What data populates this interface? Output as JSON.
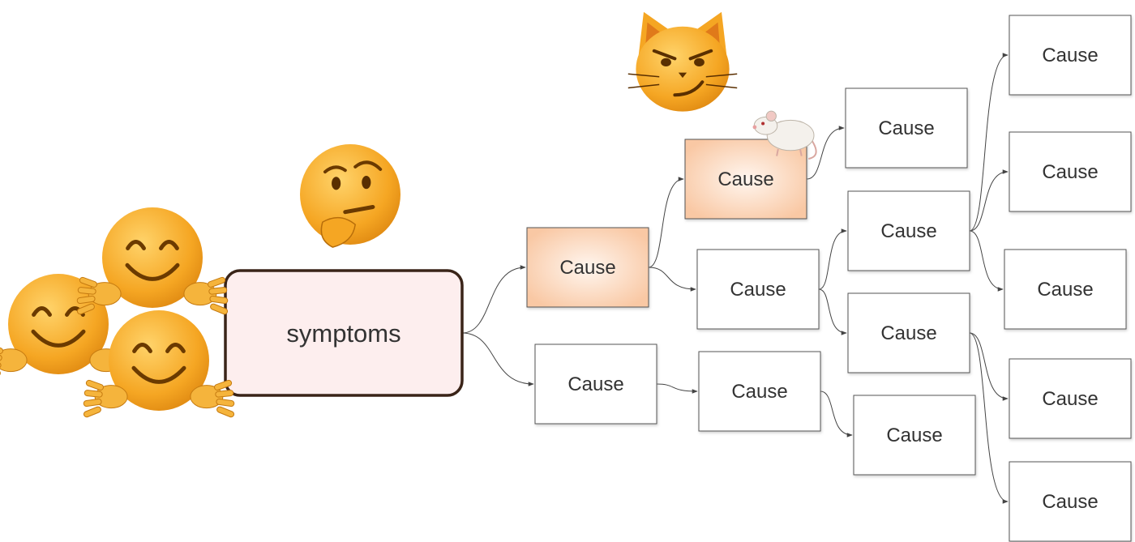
{
  "diagram": {
    "colors": {
      "root_fill": "#fdeeee",
      "root_stroke": "#3a2418",
      "highlight_fill": "#f9c8a4",
      "highlight_glow": "#fff4ec",
      "box_stroke": "#555555",
      "arrow": "#444444",
      "emoji_fill": "#f5a623",
      "emoji_dark": "#8a4b00"
    },
    "nodes": [
      {
        "id": "symptoms",
        "label": "symptoms",
        "style": "root"
      },
      {
        "id": "c1",
        "label": "Cause",
        "style": "highlight"
      },
      {
        "id": "c2",
        "label": "Cause",
        "style": "plain"
      },
      {
        "id": "c3",
        "label": "Cause",
        "style": "highlight"
      },
      {
        "id": "c4",
        "label": "Cause",
        "style": "plain"
      },
      {
        "id": "c5",
        "label": "Cause",
        "style": "plain"
      },
      {
        "id": "c6",
        "label": "Cause",
        "style": "plain"
      },
      {
        "id": "c7",
        "label": "Cause",
        "style": "plain"
      },
      {
        "id": "c8",
        "label": "Cause",
        "style": "plain"
      },
      {
        "id": "c9",
        "label": "Cause",
        "style": "plain"
      },
      {
        "id": "c10",
        "label": "Cause",
        "style": "plain"
      },
      {
        "id": "c11",
        "label": "Cause",
        "style": "plain"
      },
      {
        "id": "c12",
        "label": "Cause",
        "style": "plain"
      },
      {
        "id": "c13",
        "label": "Cause",
        "style": "plain"
      },
      {
        "id": "c14",
        "label": "Cause",
        "style": "plain"
      }
    ],
    "edges": [
      [
        "symptoms",
        "c1"
      ],
      [
        "symptoms",
        "c2"
      ],
      [
        "c1",
        "c3"
      ],
      [
        "c1",
        "c4"
      ],
      [
        "c4",
        "c6"
      ],
      [
        "c4",
        "c7"
      ],
      [
        "c7",
        "c14"
      ],
      [
        "c7",
        "c13"
      ],
      [
        "c5",
        "c8"
      ],
      [
        "c6",
        "c10"
      ],
      [
        "c6",
        "c11"
      ],
      [
        "c6",
        "c12"
      ],
      [
        "c3",
        "c9"
      ],
      [
        "c2",
        "c5"
      ]
    ],
    "icons": [
      {
        "id": "hug-1",
        "name": "hugging-face-icon"
      },
      {
        "id": "hug-2",
        "name": "hugging-face-icon"
      },
      {
        "id": "hug-3",
        "name": "hugging-face-icon"
      },
      {
        "id": "think",
        "name": "thinking-face-icon"
      },
      {
        "id": "cat",
        "name": "smirking-cat-face-icon"
      },
      {
        "id": "rat",
        "name": "rat-icon"
      }
    ]
  }
}
